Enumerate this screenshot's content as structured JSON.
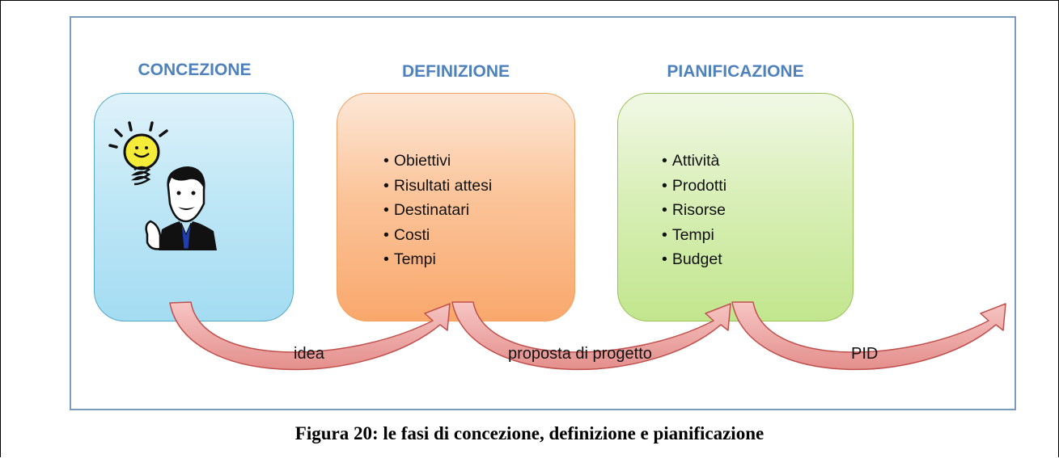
{
  "phases": [
    {
      "title": "CONCEZIONE",
      "items": []
    },
    {
      "title": "DEFINIZIONE",
      "items": [
        "Obiettivi",
        "Risultati attesi",
        "Destinatari",
        "Costi",
        "Tempi"
      ]
    },
    {
      "title": "PIANIFICAZIONE",
      "items": [
        "Attività",
        "Prodotti",
        "Risorse",
        "Tempi",
        "Budget"
      ]
    }
  ],
  "arrows": [
    {
      "label": "idea"
    },
    {
      "label": "proposta di progetto"
    },
    {
      "label": "PID"
    }
  ],
  "illustration": {
    "icon": "lightbulb-idea-man-icon"
  },
  "caption": "Figura 20: le fasi di concezione, definizione e pianificazione",
  "colors": {
    "title": "#4f81bd",
    "concezione_box": "#a4dcf2",
    "definizione_box": "#f9a86c",
    "pianificazione_box": "#c2e68e",
    "arrow_fill": "#e89a98",
    "arrow_stroke": "#c0504d",
    "frame_border": "#7a9bbf"
  }
}
